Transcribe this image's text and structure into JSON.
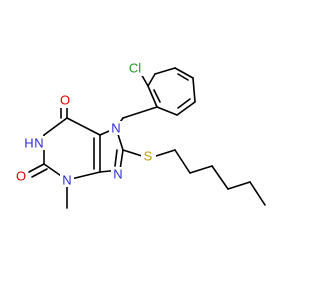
{
  "molecule": {
    "atom_labels": {
      "cl": "Cl",
      "o_top": "O",
      "o_bottom": "O",
      "n7": "N",
      "n1": "N",
      "h1": "H",
      "n3": "N",
      "n9": "N",
      "s": "S"
    },
    "colors": {
      "carbon": "#000000",
      "chlorine": "#1f9e1f",
      "oxygen": "#e00000",
      "nitrogen": "#2b2bd6",
      "sulfur": "#b8a000"
    }
  }
}
